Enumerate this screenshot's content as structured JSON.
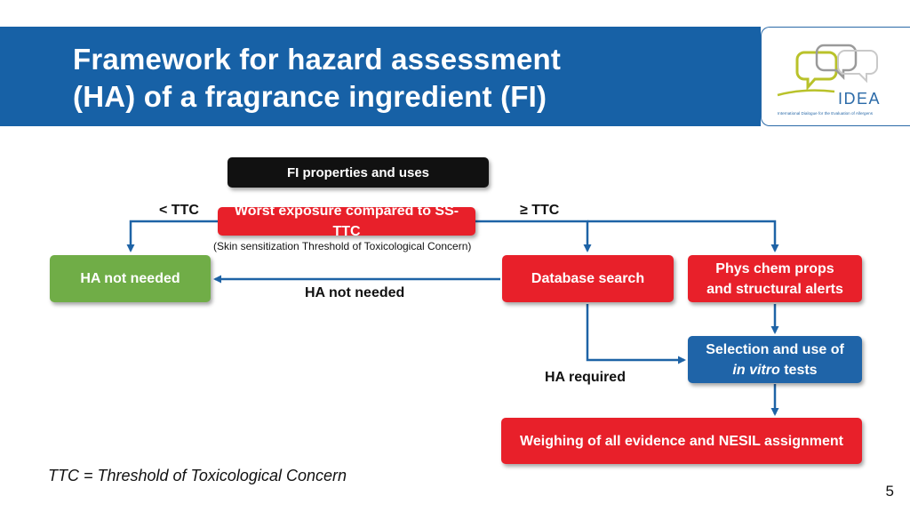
{
  "slide": {
    "title_line1": "Framework for hazard assessment",
    "title_line2": "(HA) of a fragrance ingredient (FI)",
    "page_number": "5",
    "footnote": "TTC = Threshold of Toxicological Concern"
  },
  "logo": {
    "name": "IDEA",
    "tagline": "International Dialogue for the Evaluation of Allergens"
  },
  "diagram": {
    "nodes": {
      "fi_properties": "FI properties and uses",
      "worst_exposure": "Worst exposure compared to SS-TTC",
      "worst_exposure_note": "(Skin sensitization Threshold of Toxicological Concern)",
      "ha_not_needed": "HA not needed",
      "database_search": "Database search",
      "phys_chem_line1": "Phys chem props",
      "phys_chem_line2": "and structural alerts",
      "in_vitro_line1": "Selection and use of",
      "in_vitro_italic": "in vitro",
      "in_vitro_tail": " tests",
      "weighing": "Weighing of all evidence and NESIL assignment"
    },
    "edge_labels": {
      "below_ttc": "< TTC",
      "above_ttc": "≥ TTC",
      "ha_not_needed": "HA not needed",
      "ha_required": "HA required"
    }
  },
  "colors": {
    "header_blue": "#1761a6",
    "red": "#e8202a",
    "green": "#70ad47",
    "blue": "#1f64a8",
    "arrow": "#1e63a6"
  }
}
